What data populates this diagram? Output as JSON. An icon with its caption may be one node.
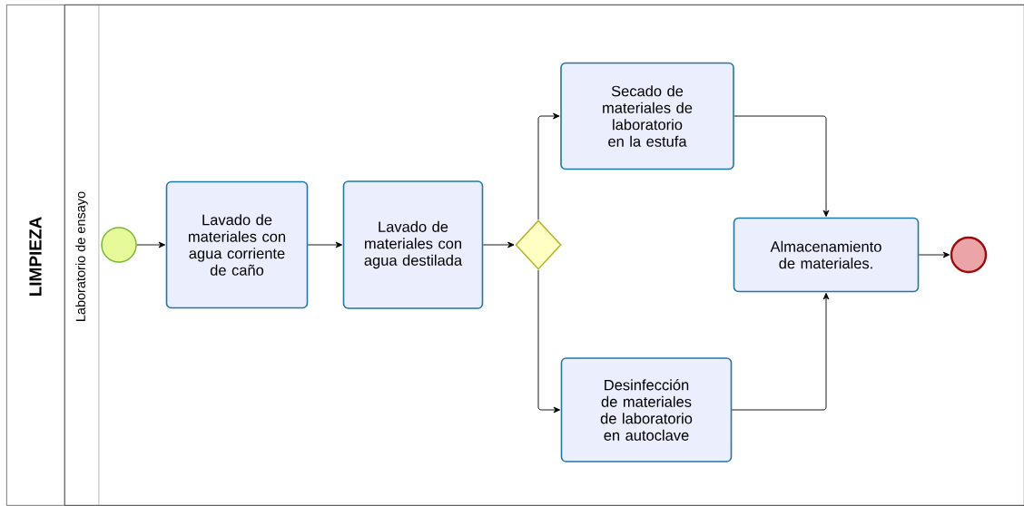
{
  "diagram": {
    "nodes": [
      {
        "text": [
          "LIMPIEZA"
        ]
      },
      {
        "text": [
          "Laboratorio de ensayo"
        ],
        "in": 0
      },
      {
        "text": [],
        "shape": "circle",
        "in": 1
      },
      {
        "text": [
          "Lavado de materiales con agua corriente de caño"
        ],
        "in": 1
      },
      {
        "text": [
          "Lavado de materiales con agua destilada"
        ],
        "in": 1
      },
      {
        "text": [],
        "shape": "diamond",
        "in": 1
      },
      {
        "text": [
          "Secado de materiales de laboratorio en la estufa"
        ],
        "in": 1
      },
      {
        "text": [
          "Desinfección de materiales de laboratorio en autoclave"
        ],
        "in": 1
      },
      {
        "text": [
          "Almacenamiento de materiales."
        ],
        "in": 1
      },
      {
        "text": [],
        "shape": "circle",
        "in": 1
      }
    ],
    "edges": [
      {
        "from": 2,
        "to": 3,
        "arrow": "to"
      },
      {
        "from": 3,
        "to": 4,
        "arrow": "to"
      },
      {
        "from": 4,
        "to": 5,
        "arrow": "to"
      },
      {
        "from": 5,
        "to": 6,
        "arrow": "to"
      },
      {
        "from": 5,
        "to": 7,
        "arrow": "to"
      },
      {
        "from": 6,
        "to": 8,
        "arrow": "to"
      },
      {
        "from": 7,
        "to": 8,
        "arrow": "to"
      },
      {
        "from": 8,
        "to": 9,
        "arrow": "to"
      }
    ]
  }
}
